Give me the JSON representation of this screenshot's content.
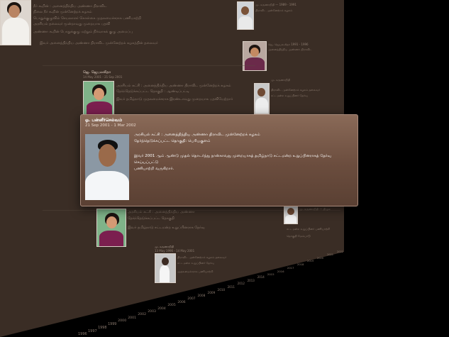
{
  "popup": {
    "name": "ஓ. பன்னீர்செல்வம்",
    "dates": "21 Sep 2001 - 1 Mar 2002",
    "description_1": "அரசியல் கட்சி : அனைத்திந்திய அண்ணா திராவிட முன்னேற்றக் கழகம்",
    "description_1b": "தேர்ந்தெடுக்கப்பட்ட தொகுதி: பெரியகுளம்",
    "description_2": "இவர் 2001 ஆம் ஆண்டு முதல் தொடர்ந்து நான்காவது முறையாகத் தமிழ்நாடு சட்டமன்ற உறுப்பினராகத் தேர்வு செய்யப்பட்டு",
    "description_2b": "பணியாற்றி வருகிறார்."
  },
  "cards": {
    "jayalalithaa_name": "ஜெ. ஜெயலலிதா",
    "jayalalithaa_dates": "14 May 2001 - 21 Sep 2001",
    "mid_name": "மு. கருணாநிதி",
    "mid_dates": "13 May 1996 - 14 May 2001"
  },
  "timeline": {
    "years": [
      "1996",
      "1997",
      "1998",
      "1999",
      "2000",
      "2001",
      "2002",
      "2003",
      "2004",
      "2005",
      "2006",
      "2007",
      "2008",
      "2009",
      "2010",
      "2011",
      "2012",
      "2013",
      "2014",
      "2015",
      "2016",
      "2017",
      "2018",
      "2019",
      "2020",
      "2021",
      "2022"
    ]
  }
}
